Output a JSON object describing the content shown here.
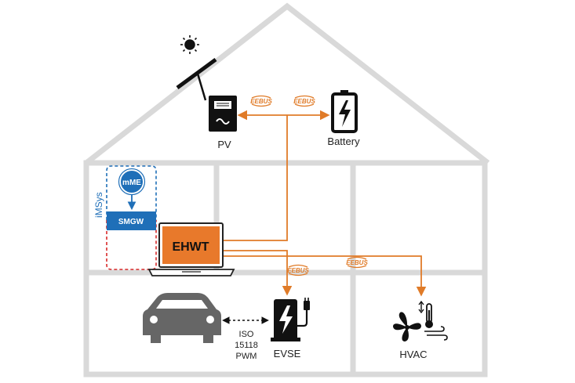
{
  "labels": {
    "pv": "PV",
    "battery": "Battery",
    "imsys": "iMSys",
    "mme": "mME",
    "smgw": "SMGW",
    "ehwt": "EHWT",
    "evse": "EVSE",
    "hvac": "HVAC",
    "eebus": "EEBUS",
    "protocol_line1": "ISO",
    "protocol_line2": "15118",
    "protocol_line3": "PWM"
  },
  "colors": {
    "house": "#d9d9d9",
    "connection": "#e07b28",
    "ehwt_fill": "#e8792b",
    "imsys_blue": "#1f6fb8",
    "imsys_red": "#d82a2a",
    "device_dark": "#1a1a1a",
    "car_gray": "#666666"
  },
  "icons": {
    "sun": "sun-icon",
    "pv_panel": "solar-panel-icon",
    "inverter": "inverter-icon",
    "battery": "battery-icon",
    "laptop": "laptop-icon",
    "car": "car-icon",
    "evse": "charging-station-icon",
    "hvac": "fan-icon"
  }
}
